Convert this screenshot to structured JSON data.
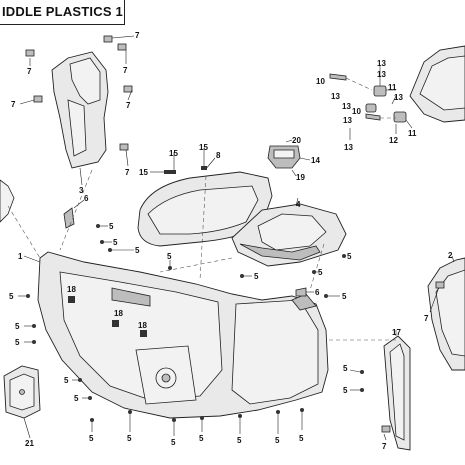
{
  "title": "IDDLE PLASTICS 1",
  "callouts": {
    "c1": "1",
    "c2": "2",
    "c3": "3",
    "c4": "4",
    "c5": "5",
    "c6": "6",
    "c7": "7",
    "c8": "8",
    "c10": "10",
    "c11": "11",
    "c12": "12",
    "c13": "13",
    "c14": "14",
    "c15": "15",
    "c17": "17",
    "c18": "18",
    "c19": "19",
    "c20": "20",
    "c21": "21"
  },
  "colors": {
    "line": "#222222",
    "fill": "#e9e9e9",
    "background": "#ffffff"
  }
}
